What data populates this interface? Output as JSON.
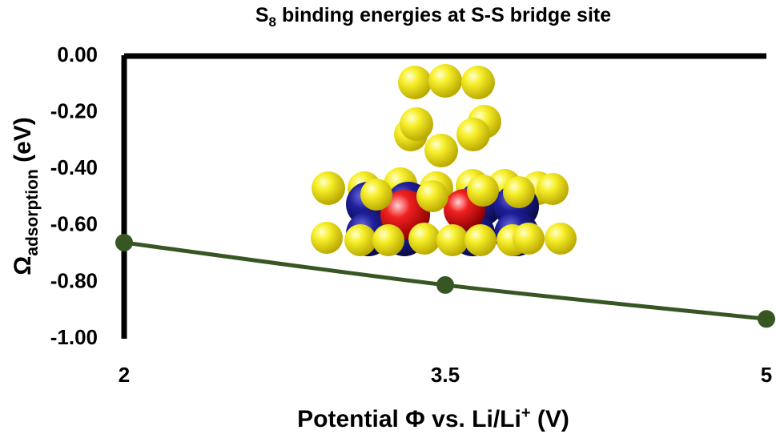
{
  "chart_data": {
    "type": "line",
    "title": {
      "main_prefix": "S",
      "main_sub": "8",
      "main_rest": " binding energies at S-S bridge site"
    },
    "xlabel": {
      "prefix": "Potential Φ vs. Li/Li",
      "sup": "+",
      "suffix": " (V)"
    },
    "ylabel": {
      "prefix": "Ω",
      "sub": "adsorption",
      "suffix": " (eV)"
    },
    "x_ticks": [
      "2",
      "3.5",
      "5"
    ],
    "y_ticks": [
      "0.00",
      "-0.20",
      "-0.40",
      "-0.60",
      "-0.80",
      "-1.00"
    ],
    "x": [
      2,
      3.5,
      5
    ],
    "series": [
      {
        "values": [
          -0.66,
          -0.81,
          -0.93
        ],
        "color": "#375623"
      }
    ],
    "xlim": [
      2,
      5
    ],
    "ylim": [
      -1.0,
      0.0
    ],
    "grid": false,
    "legend": "none",
    "inset": "S8 molecule adsorbed on a crystal surface (molecular model rendering)",
    "colors": {
      "sulfur": "#f2ea1c",
      "metal_blue": "#1c1c8c",
      "metal_red": "#e01a1a",
      "axis": "#000000"
    }
  }
}
